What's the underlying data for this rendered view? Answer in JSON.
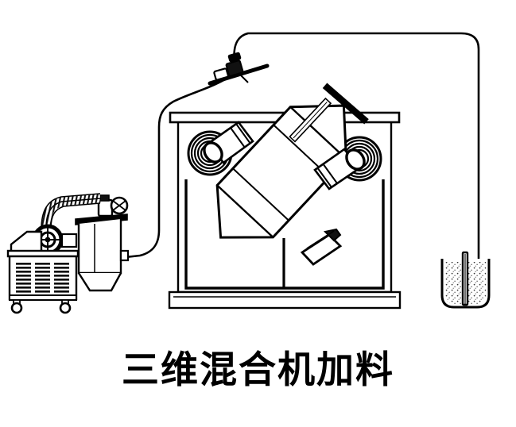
{
  "figure": {
    "caption": "三维混合机加料",
    "title": "三维混合机加料",
    "style": "line-art-technical-illustration",
    "background_color": "#ffffff",
    "line_color": "#000000"
  },
  "components": {
    "vacuum_feeder": {
      "name": "vacuum-feeder-cart",
      "parts": {
        "cabinet": "cabinet-body",
        "louver_vents": "louver-vent-panel",
        "louver_columns": 3,
        "louver_rows": 8,
        "casters": 2,
        "pulley_wheel": "pulley-wheel",
        "flexible_hose": "corrugated-flexible-hose",
        "motor_head": "motor-head",
        "hopper": "vacuum-hopper",
        "hopper_cone": "hopper-discharge-cone",
        "outlet_port": "hopper-outlet-port"
      }
    },
    "mixer": {
      "name": "three-dimensional-mixer",
      "parts": {
        "frame": "machine-frame",
        "top_rail": "frame-top-rail",
        "base_plinth": "frame-base-plinth",
        "inner_panel": "frame-inner-panel",
        "vessel": "double-cone-mixing-vessel",
        "vessel_tilt_deg": 45,
        "left_bearing": "left-bearing-housing",
        "right_bearing": "right-bearing-housing",
        "bearing_rings": 5,
        "left_shaft_arm": "left-shaft-arm",
        "right_shaft_arm": "right-shaft-arm",
        "top_feed_port": "top-feed-port-valve",
        "sight_glass": "vessel-sight-glass",
        "discharge_valve": "bottom-discharge-valve"
      }
    },
    "material_bucket": {
      "name": "material-bucket",
      "parts": {
        "vessel": "bucket-vessel",
        "material_fill": "granular-material-fill",
        "suction_tube": "suction-tube"
      }
    },
    "piping": {
      "feed_tube_left": "feed-tube-to-hopper",
      "feed_tube_right": "suction-tube-to-bucket",
      "top_arc_tube": "overhead-arc-tube"
    }
  },
  "flow": {
    "source": "material-bucket",
    "destination": "three-dimensional-mixer",
    "via": "vacuum-feeder-cart"
  }
}
